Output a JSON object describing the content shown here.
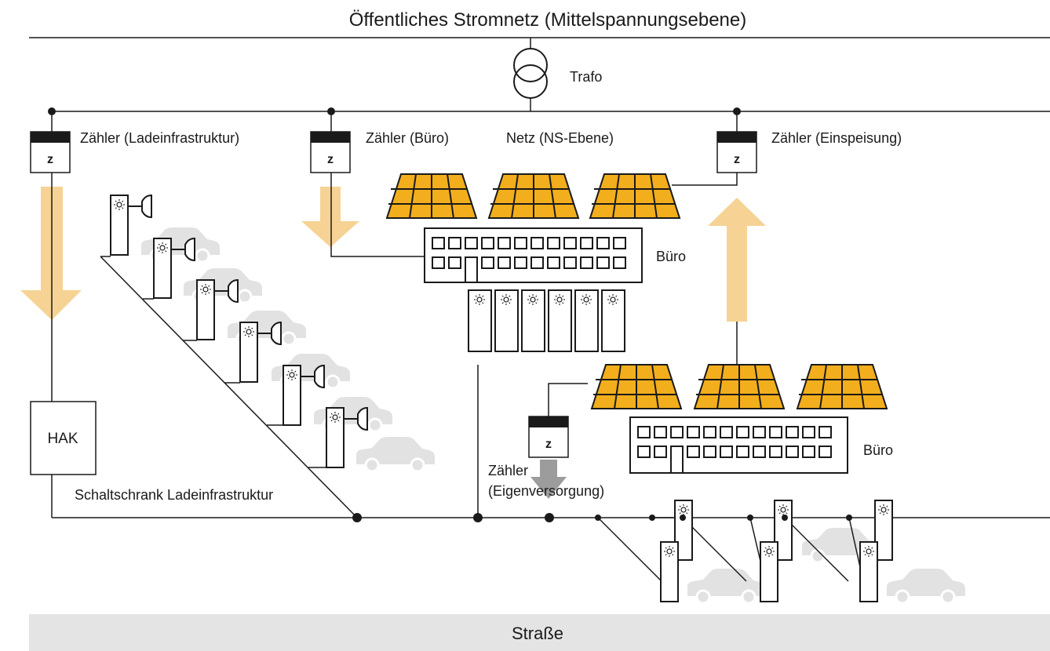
{
  "title": "Öffentliches Stromnetz (Mittelspannungsebene)",
  "trafo_label": "Trafo",
  "ns_network_label": "Netz (NS-Ebene)",
  "meters": {
    "charging": "Zähler (Ladeinfrastruktur)",
    "office": "Zähler (Büro)",
    "feed_in": "Zähler (Einspeisung)",
    "self_supply_line1": "Zähler",
    "self_supply_line2": "(Eigenversorgung)",
    "symbol": "z"
  },
  "office_label_top": "Büro",
  "office_label_bottom": "Büro",
  "hak_label": "HAK",
  "cabinet_label": "Schaltschrank Ladeinfrastruktur",
  "street_label": "Straße",
  "colors": {
    "solar": "#f2ae1c",
    "flow_arrow": "#f6d394",
    "flow_arrow_grey": "#9c9c9c",
    "car": "#e2e2e2",
    "street": "#e4e4e4",
    "line": "#1a1a1a"
  },
  "icons": [
    "transformer-icon",
    "solar-panel-icon",
    "charging-station-icon",
    "plug-icon",
    "car-icon",
    "building-icon",
    "meter-icon"
  ]
}
